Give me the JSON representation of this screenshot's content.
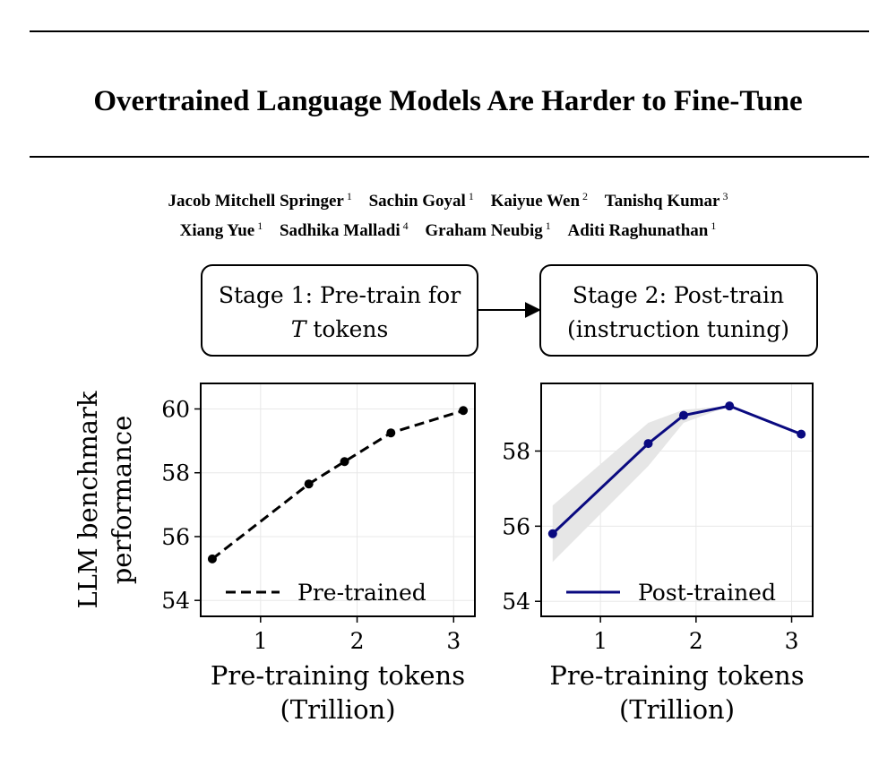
{
  "paper": {
    "title": "Overtrained Language Models Are Harder to Fine-Tune",
    "authors_line_1": [
      {
        "name": "Jacob Mitchell Springer",
        "aff": "1"
      },
      {
        "name": "Sachin Goyal",
        "aff": "1"
      },
      {
        "name": "Kaiyue Wen",
        "aff": "2"
      },
      {
        "name": "Tanishq Kumar",
        "aff": "3"
      }
    ],
    "authors_line_2": [
      {
        "name": "Xiang Yue",
        "aff": "1"
      },
      {
        "name": "Sadhika Malladi",
        "aff": "4"
      },
      {
        "name": "Graham Neubig",
        "aff": "1"
      },
      {
        "name": "Aditi Raghunathan",
        "aff": "1"
      }
    ]
  },
  "figure": {
    "stage1": {
      "line1": "Stage 1: Pre-train for",
      "line2_var": "T",
      "line2_rest": " tokens"
    },
    "stage2": {
      "line1": "Stage 2: Post-train",
      "line2": "(instruction tuning)"
    },
    "colors": {
      "pretrained": "#000000",
      "posttrained": "#0a0a80",
      "band": "#e6e6e6"
    }
  },
  "chart_data": [
    {
      "type": "line",
      "title": "",
      "xlabel": [
        "Pre-training tokens",
        "(Trillion)"
      ],
      "ylabel": [
        "LLM benchmark",
        "performance"
      ],
      "xlim": [
        0.38,
        3.22
      ],
      "ylim": [
        53.5,
        60.8
      ],
      "xticks": [
        1,
        2,
        3
      ],
      "yticks": [
        54,
        56,
        58,
        60
      ],
      "grid": true,
      "legend": "lower-right",
      "series": [
        {
          "name": "Pre-trained",
          "style": "dashed",
          "x": [
            0.5,
            1.5,
            1.87,
            2.35,
            3.1
          ],
          "y": [
            55.3,
            57.65,
            58.35,
            59.25,
            59.95
          ]
        }
      ]
    },
    {
      "type": "line",
      "title": "",
      "xlabel": [
        "Pre-training tokens",
        "(Trillion)"
      ],
      "ylabel": [],
      "xlim": [
        0.38,
        3.22
      ],
      "ylim": [
        53.6,
        59.8
      ],
      "xticks": [
        1,
        2,
        3
      ],
      "yticks": [
        54,
        56,
        58
      ],
      "grid": true,
      "legend": "lower-right",
      "series": [
        {
          "name": "Post-trained",
          "style": "solid",
          "x": [
            0.5,
            1.5,
            1.87,
            2.35,
            3.1
          ],
          "y": [
            55.8,
            58.2,
            58.95,
            59.2,
            58.45
          ],
          "band_low": [
            55.05,
            57.6,
            58.75,
            59.2,
            58.45
          ],
          "band_high": [
            56.55,
            58.75,
            59.1,
            59.2,
            58.45
          ]
        }
      ]
    }
  ]
}
